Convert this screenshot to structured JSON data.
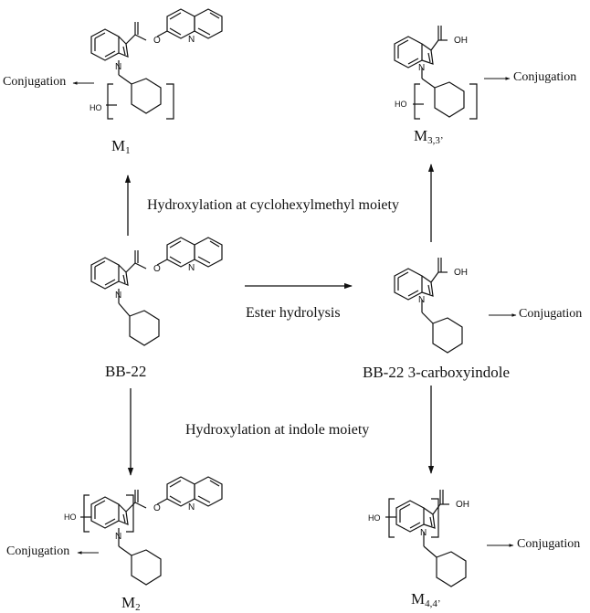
{
  "labels": {
    "m1_main": "M",
    "m1_sub": "1",
    "m33_main": "M",
    "m33_sub": "3,3’",
    "m2_main": "M",
    "m2_sub": "2",
    "m44_main": "M",
    "m44_sub": "4,4’",
    "bb22": "BB-22",
    "bb22_carboxy": "BB-22 3-carboxyindole"
  },
  "captions": {
    "cyclohexyl": "Hydroxylation at cyclohexylmethyl moiety",
    "ester": "Ester hydrolysis",
    "indole": "Hydroxylation at indole moiety"
  },
  "conjugation": {
    "m1": "Conjugation",
    "m33": "Conjugation",
    "carboxy": "Conjugation",
    "m2": "Conjugation",
    "m44": "Conjugation"
  },
  "atoms": {
    "O": "O",
    "N": "N",
    "OH": "OH",
    "HO": "HO"
  }
}
